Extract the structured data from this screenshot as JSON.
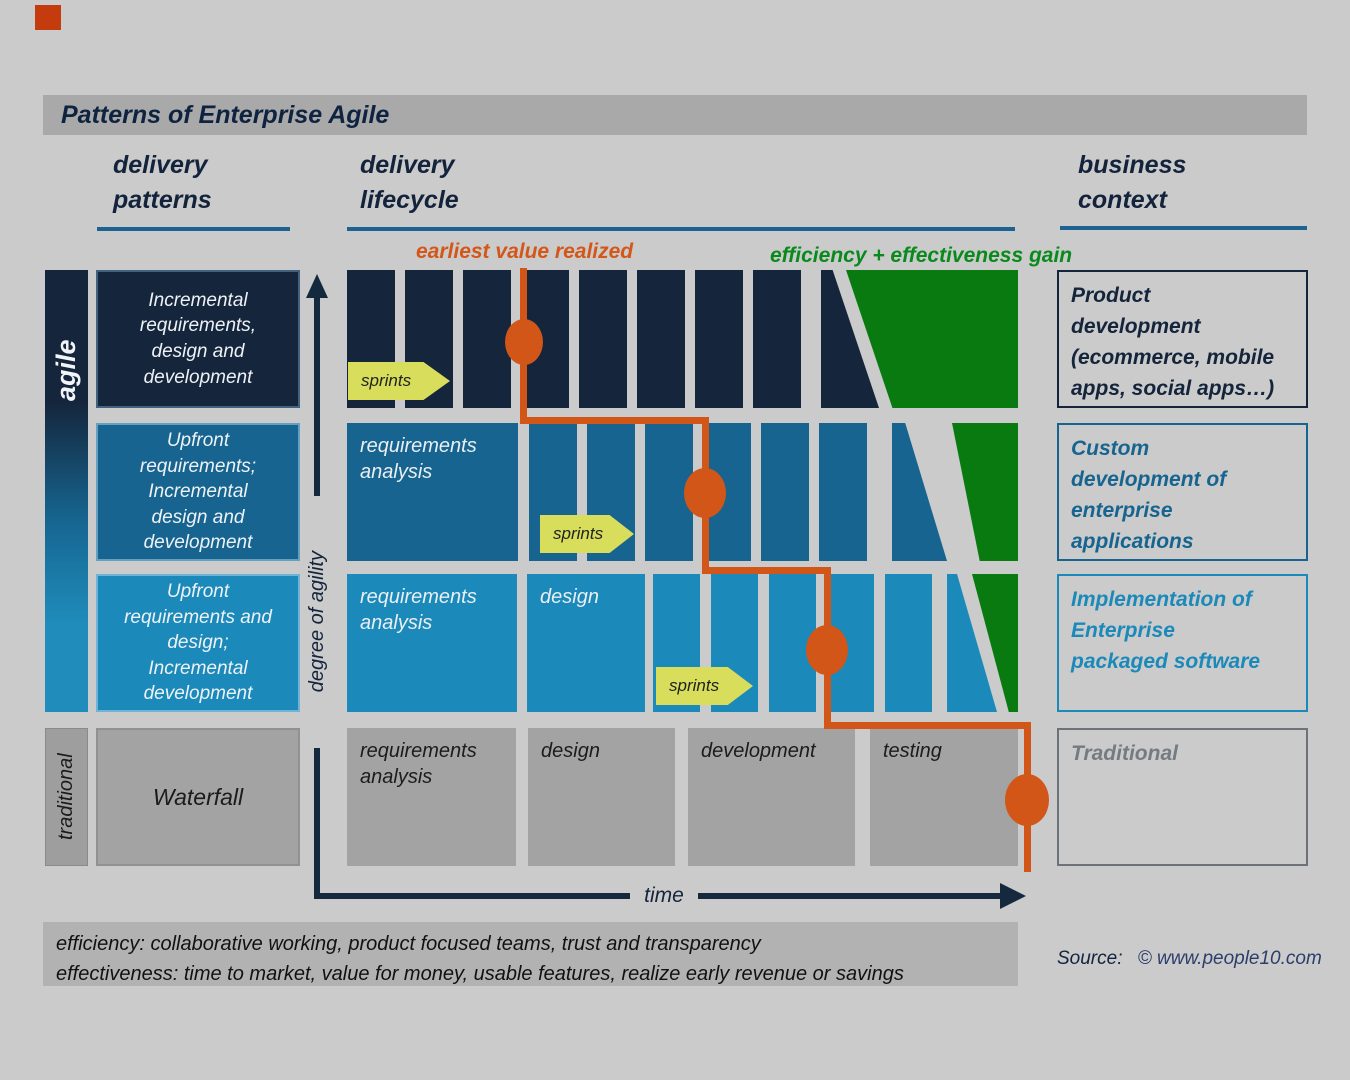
{
  "title": "Patterns of Enterprise Agile",
  "headers": {
    "delivery_patterns": "delivery\npatterns",
    "delivery_lifecycle": "delivery\nlifecycle",
    "business_context": "business\ncontext"
  },
  "annotations": {
    "earliest_value": "earliest value realized",
    "efficiency_gain": "efficiency + effectiveness gain"
  },
  "axes": {
    "y_label": "degree of agility",
    "x_label": "time"
  },
  "side_labels": {
    "agile": "agile",
    "traditional": "traditional"
  },
  "labels": {
    "sprints": "sprints"
  },
  "rows": [
    {
      "pattern": "Incremental\nrequirements,\ndesign and\ndevelopment",
      "phases": [],
      "business": "Product\ndevelopment\n(ecommerce, mobile\napps,  social apps…)"
    },
    {
      "pattern": "Upfront\nrequirements;\nIncremental\ndesign and\ndevelopment",
      "phases": [
        "requirements\nanalysis"
      ],
      "business": "Custom\ndevelopment of\nenterprise\napplications"
    },
    {
      "pattern": "Upfront\nrequirements and\ndesign;\nIncremental\ndevelopment",
      "phases": [
        "requirements\nanalysis",
        "design"
      ],
      "business": "Implementation  of\nEnterprise\npackaged software"
    },
    {
      "pattern": "Waterfall",
      "phases": [
        "requirements\nanalysis",
        "design",
        "development",
        "testing"
      ],
      "business": "Traditional"
    }
  ],
  "notes": {
    "line1": "efficiency: collaborative working, product focused teams, trust and transparency",
    "line2": "effectiveness: time to market, value for money, usable features, realize early revenue or savings"
  },
  "source": {
    "label": "Source:",
    "value": "© www.people10.com"
  },
  "colors": {
    "navy": "#15263c",
    "mid_blue": "#16648f",
    "light_blue": "#1b89ba",
    "gray_block": "#a3a3a3",
    "green": "#097a0f",
    "orange": "#d15617",
    "sprint_yellow": "#d9dd5c",
    "background": "#cbcbcb"
  }
}
